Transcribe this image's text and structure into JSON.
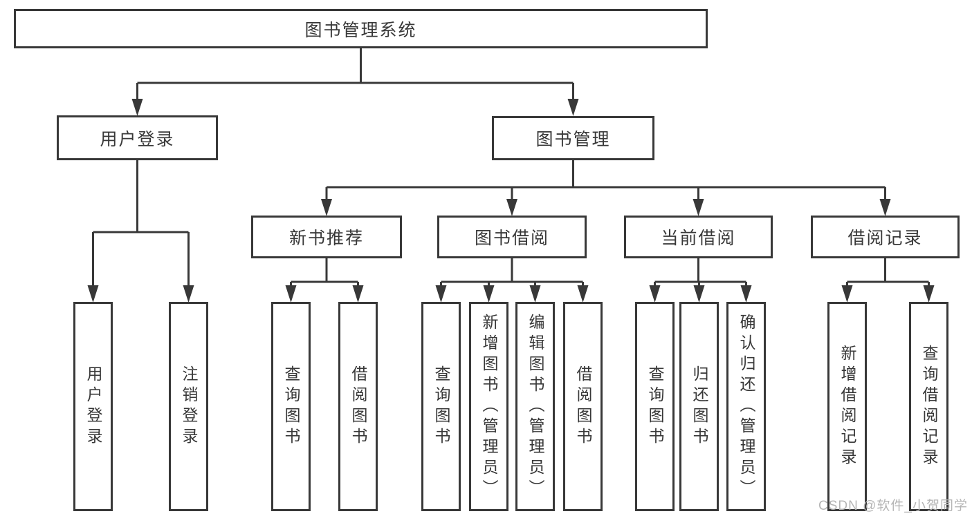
{
  "root": {
    "label": "图书管理系统"
  },
  "login": {
    "label": "用户登录",
    "children": [
      {
        "label": "用户登录"
      },
      {
        "label": "注销登录"
      }
    ]
  },
  "mgmt": {
    "label": "图书管理"
  },
  "sections": [
    {
      "label": "新书推荐",
      "children": [
        {
          "label": "查询图书"
        },
        {
          "label": "借阅图书"
        }
      ]
    },
    {
      "label": "图书借阅",
      "children": [
        {
          "label": "查询图书"
        },
        {
          "label": "新增图书（管理员）"
        },
        {
          "label": "编辑图书（管理员）"
        },
        {
          "label": "借阅图书"
        }
      ]
    },
    {
      "label": "当前借阅",
      "children": [
        {
          "label": "查询图书"
        },
        {
          "label": "归还图书"
        },
        {
          "label": "确认归还（管理员）"
        }
      ]
    },
    {
      "label": "借阅记录",
      "children": [
        {
          "label": "新增借阅记录"
        },
        {
          "label": "查询借阅记录"
        }
      ]
    }
  ],
  "watermark": {
    "text": "CSDN @软件_小贺同学"
  },
  "colors": {
    "line": "#383838",
    "text": "#383838",
    "watermark": "#b5b5b5",
    "background": "#ffffff"
  }
}
